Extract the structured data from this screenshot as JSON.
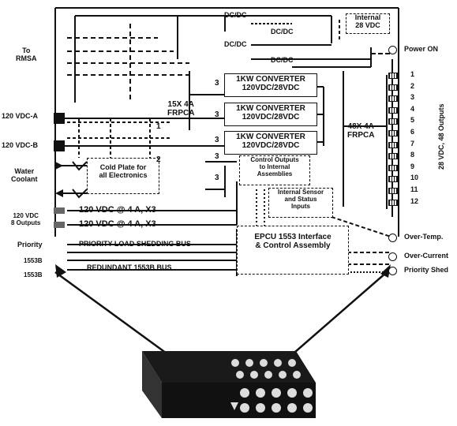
{
  "labels": {
    "to_rmsa": "To\nRMSA",
    "vdc_a": "120 VDC-A",
    "vdc_b": "120 VDC-B",
    "water": "Water\nCoolant",
    "cold_plate": "Cold Plate for\nall Electronics",
    "vdc_8out": "120 VDC\n8 Outputs",
    "priority": "Priority",
    "bus_1553b_1": "1553B",
    "bus_1553b_2": "1553B",
    "dcdc_1": "DC/DC",
    "dcdc_2": "DC/DC",
    "dcdc_3": "DC/DC",
    "dcdc_4": "DC/DC",
    "internal_28": "Internal\n28 VDC",
    "power_on": "Power ON",
    "frpca_15x": "15X 4A\nFRPCA",
    "frpca_48x": "48X 4A\nFRPCA",
    "conv1": "1KW CONVERTER\n120VDC/28VDC",
    "conv2": "1KW CONVERTER\n120VDC/28VDC",
    "conv3": "1KW CONVERTER\n120VDC/28VDC",
    "control_outputs": "Control Outputs\nto Internal\nAssemblies",
    "sensors": "Internal Sensor\nand Status\nInputs",
    "line_a": "120 VDC @ 4 A, X3",
    "line_b": "120 VDC @ 4 A, X3",
    "priority_bus": "PRIORITY LOAD SHEDDING BUS",
    "redundant_bus": "REDUNDANT 1553B BUS",
    "epcu": "EPCU 1553 Interface\n& Control Assembly",
    "over_temp": "Over-Temp.",
    "over_current": "Over-Current",
    "priority_shed": "Priority Shed",
    "outputs_vertical": "28 VDC, 48 Outputs",
    "n3a": "3",
    "n3b": "3",
    "n3c": "3",
    "n3d": "3",
    "n3e": "3",
    "n1": "1",
    "n2": "2"
  },
  "outputs": [
    "1",
    "2",
    "3",
    "4",
    "5",
    "6",
    "7",
    "8",
    "9",
    "10",
    "11",
    "12"
  ]
}
